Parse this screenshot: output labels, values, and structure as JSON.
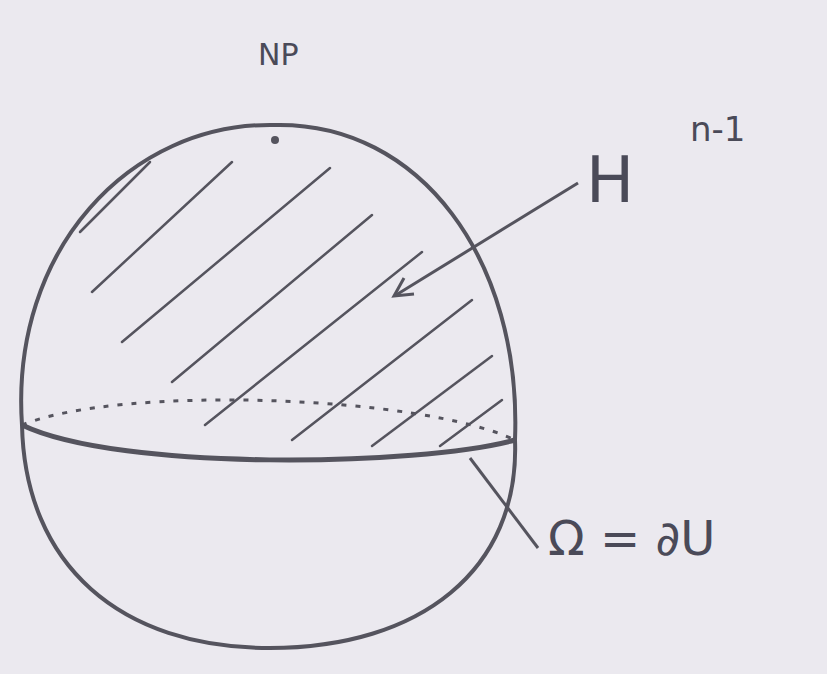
{
  "diagram": {
    "labels": [
      "NP",
      "H",
      "n-1",
      "Ω = ∂U"
    ]
  }
}
